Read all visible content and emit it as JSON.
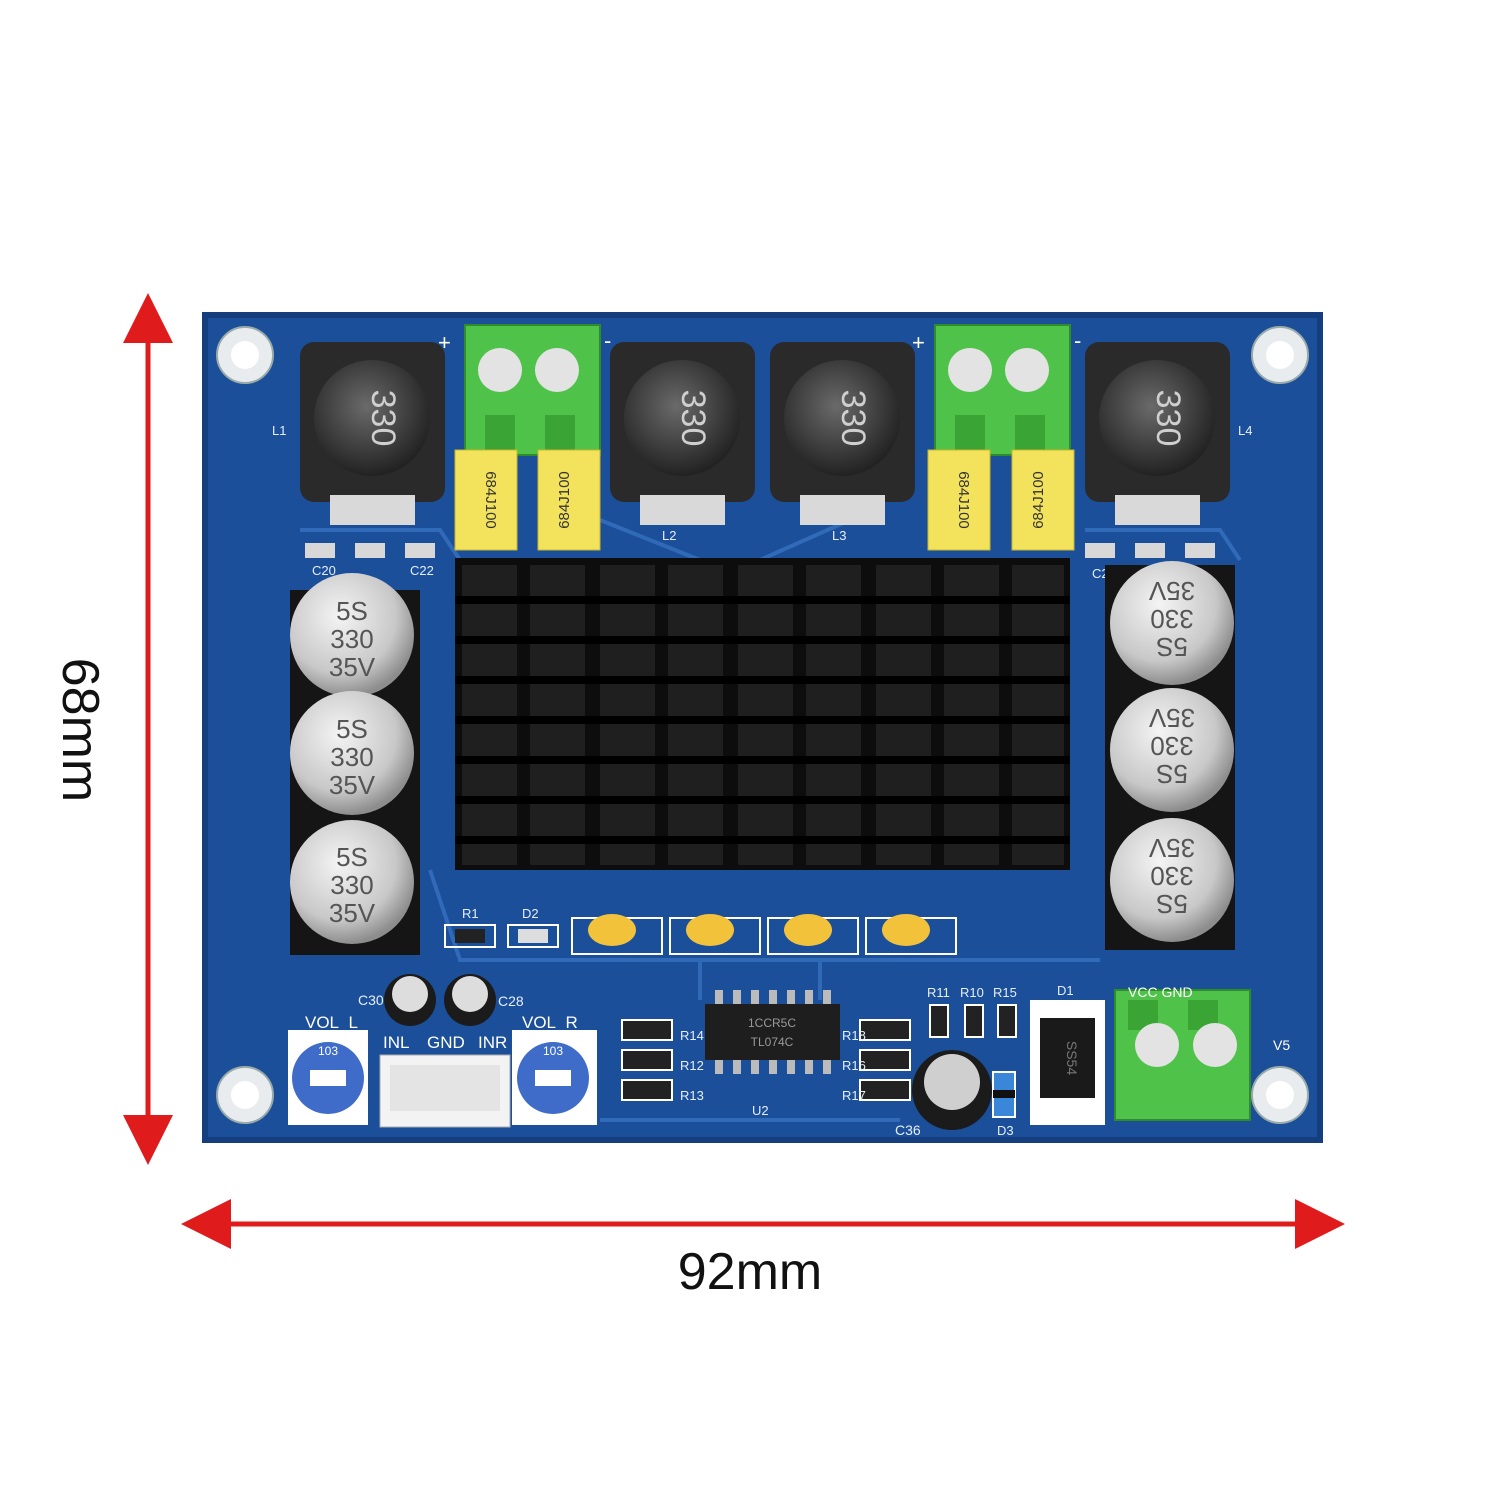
{
  "dimensions": {
    "width_label": "92mm",
    "height_label": "68mm"
  },
  "colors": {
    "pcb": "#1b4f9a",
    "pcb_dark": "#133d7c",
    "arrow": "#e01b1b",
    "heatsink": "#0d0d0d",
    "terminal": "#4fc24a",
    "film_cap": "#f3e35c",
    "cap_body": "#cfcfcf"
  },
  "inductors": [
    {
      "marking": "330",
      "ref": "L1"
    },
    {
      "marking": "330",
      "ref": "L2"
    },
    {
      "marking": "330",
      "ref": "L3"
    },
    {
      "marking": "330",
      "ref": "L4"
    }
  ],
  "film_caps": [
    "684J100",
    "684J100",
    "684J100",
    "684J100"
  ],
  "electrolytic_caps": {
    "left": [
      {
        "l1": "5S",
        "l2": "330",
        "l3": "35V"
      },
      {
        "l1": "5S",
        "l2": "330",
        "l3": "35V"
      },
      {
        "l1": "5S",
        "l2": "330",
        "l3": "35V"
      }
    ],
    "right": [
      {
        "l1": "35V",
        "l2": "330",
        "l3": "5S"
      },
      {
        "l1": "35V",
        "l2": "330",
        "l3": "5S"
      },
      {
        "l1": "35V",
        "l2": "330",
        "l3": "5S"
      }
    ]
  },
  "silkscreen": {
    "c20": "C20",
    "c22": "C22",
    "c23": "C23",
    "r1": "R1",
    "d2": "D2",
    "c30": "C30",
    "c28": "C28",
    "vol_l": "VOL_L",
    "vol_r": "VOL_R",
    "inl": "INL",
    "gnd": "GND",
    "inr": "INR",
    "r14": "R14",
    "r12": "R12",
    "r13": "R13",
    "r18": "R18",
    "r16": "R16",
    "r17": "R17",
    "u2": "U2",
    "r11": "R11",
    "r10": "R10",
    "r15": "R15",
    "d1": "D1",
    "d3": "D3",
    "c36": "C36",
    "vcc_gnd": "VCC GND",
    "v5": "V5",
    "plus1": "+",
    "minus1": "-",
    "plus2": "+",
    "minus2": "-"
  },
  "chip": {
    "line1": "1CCR5C",
    "line2": "TL074C"
  },
  "diode_marking": "SS54",
  "trimmer_marking": "103"
}
